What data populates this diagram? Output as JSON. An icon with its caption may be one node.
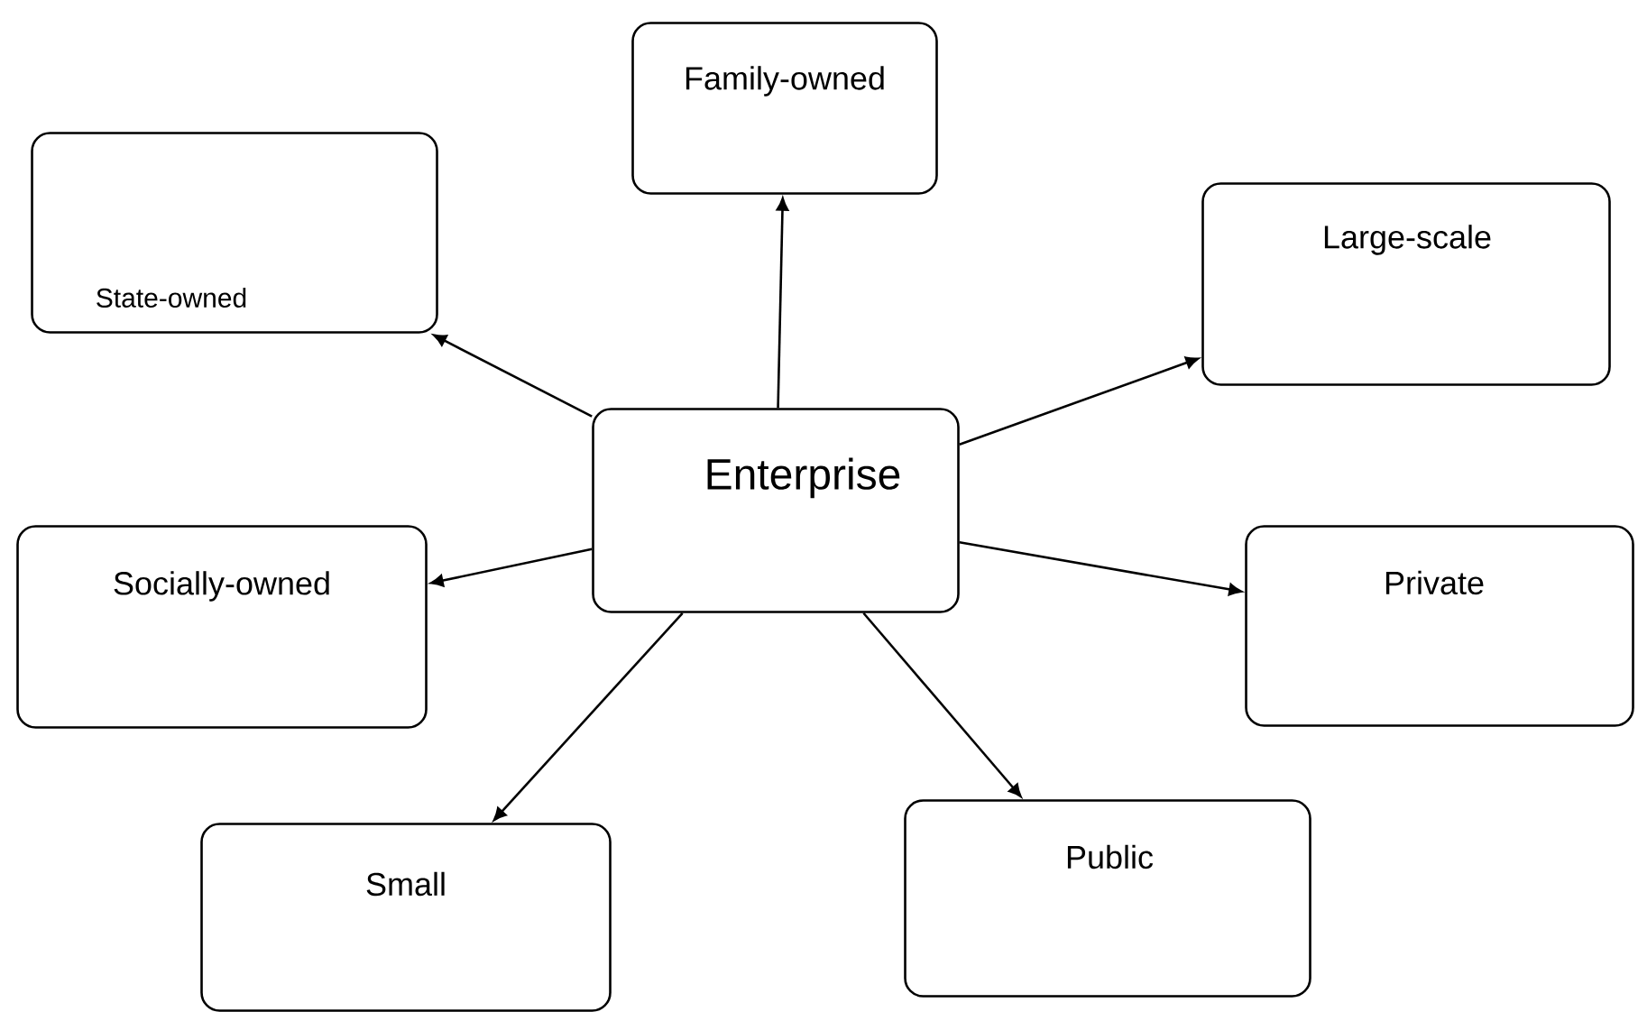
{
  "diagram": {
    "nodes": [
      {
        "text": [
          "Enterprise"
        ]
      },
      {
        "text": [
          "Family-owned"
        ]
      },
      {
        "text": [
          "State-owned"
        ]
      },
      {
        "text": [
          "Large-scale"
        ]
      },
      {
        "text": [
          "Socially-owned"
        ]
      },
      {
        "text": [
          "Private"
        ]
      },
      {
        "text": [
          "Small"
        ]
      },
      {
        "text": [
          "Public"
        ]
      }
    ],
    "edges": [
      {
        "from": 0,
        "to": 1,
        "arrow": "to"
      },
      {
        "from": 0,
        "to": 2,
        "arrow": "to"
      },
      {
        "from": 0,
        "to": 3,
        "arrow": "to"
      },
      {
        "from": 0,
        "to": 4,
        "arrow": "to"
      },
      {
        "from": 0,
        "to": 5,
        "arrow": "to"
      },
      {
        "from": 0,
        "to": 6,
        "arrow": "to"
      },
      {
        "from": 0,
        "to": 7,
        "arrow": "to"
      }
    ]
  }
}
